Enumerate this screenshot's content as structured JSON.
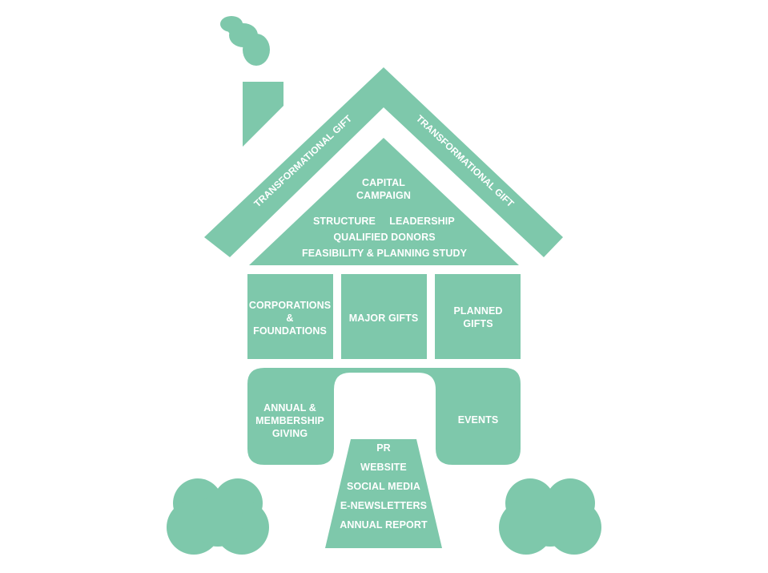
{
  "colors": {
    "fill": "#7ec8ab",
    "text": "#ffffff",
    "background": "#ffffff"
  },
  "roof": {
    "left_label": "TRANSFORMATIONAL GIFT",
    "right_label": "TRANSFORMATIONAL GIFT"
  },
  "attic": {
    "line1": "CAPITAL",
    "line2": "CAMPAIGN",
    "structure": "STRUCTURE",
    "leadership": "LEADERSHIP",
    "qualified_donors": "QUALIFIED DONORS",
    "feasibility": "FEASIBILITY & PLANNING STUDY"
  },
  "upper_floor": {
    "corporations": [
      "CORPORATIONS",
      "&",
      "FOUNDATIONS"
    ],
    "major_gifts": "MAJOR GIFTS",
    "planned_gifts": [
      "PLANNED",
      "GIFTS"
    ]
  },
  "ground_floor": {
    "annual": [
      "ANNUAL &",
      "MEMBERSHIP",
      "GIVING"
    ],
    "events": "EVENTS"
  },
  "path": {
    "items": [
      "PR",
      "WEBSITE",
      "SOCIAL MEDIA",
      "E-NEWSLETTERS",
      "ANNUAL REPORT"
    ]
  },
  "decor": {
    "chimney_icon": "chimney",
    "smoke_icon": "smoke-cloud",
    "bush_icon": "bush"
  }
}
